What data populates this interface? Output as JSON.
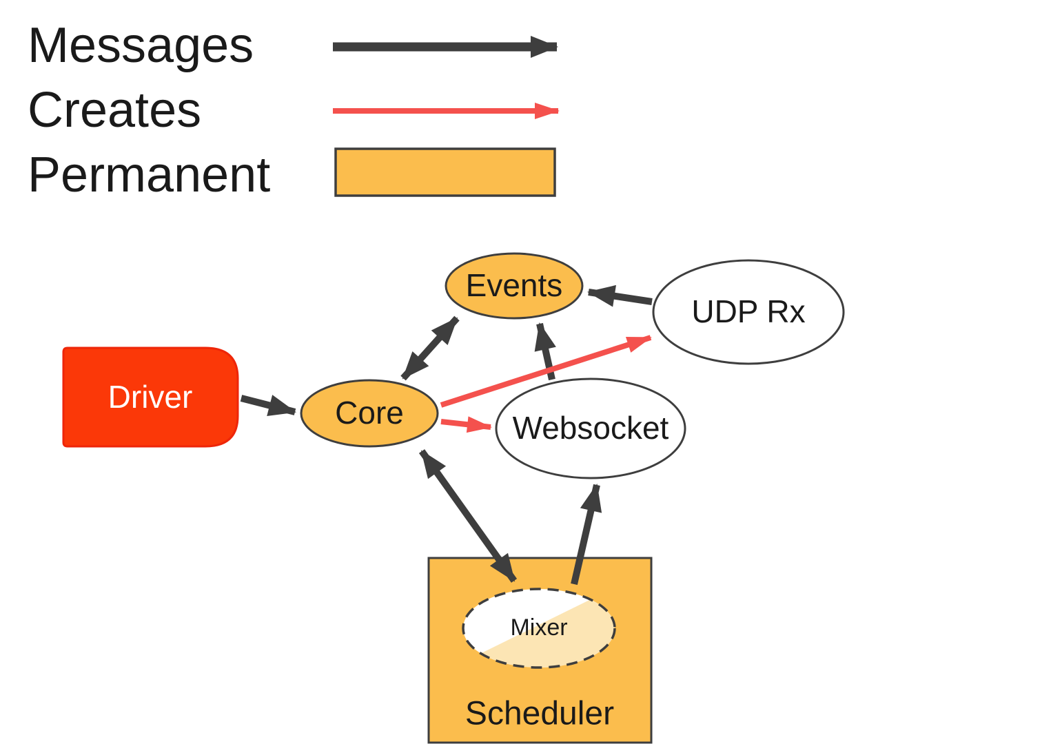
{
  "colors": {
    "messages": "#3E3E3E",
    "creates": "#F4514D",
    "permanent": "#FBBD4D",
    "permanent_light": "#FCE5B4",
    "driver_fill": "#FB3808",
    "driver_stroke": "#EE2609",
    "node_stroke": "#3E3E3E",
    "node_white": "#FFFFFF",
    "text_dark": "#1A1A1A",
    "text_white": "#FFFFFF"
  },
  "legend": {
    "messages": {
      "label": "Messages",
      "type": "arrow"
    },
    "creates": {
      "label": "Creates",
      "type": "arrow"
    },
    "permanent": {
      "label": "Permanent",
      "type": "swatch"
    }
  },
  "nodes": {
    "events": {
      "label": "Events",
      "shape": "ellipse",
      "permanent": true
    },
    "udp_rx": {
      "label": "UDP Rx",
      "shape": "ellipse",
      "permanent": false
    },
    "driver": {
      "label": "Driver",
      "shape": "rounded-rect"
    },
    "core": {
      "label": "Core",
      "shape": "ellipse",
      "permanent": true
    },
    "websocket": {
      "label": "Websocket",
      "shape": "ellipse",
      "permanent": false
    },
    "scheduler": {
      "label": "Scheduler",
      "shape": "rect",
      "permanent": true
    },
    "mixer": {
      "label": "Mixer",
      "shape": "dashed-ellipse"
    }
  },
  "edges": [
    {
      "from": "driver",
      "to": "core",
      "type": "messages",
      "bidirectional": false
    },
    {
      "from": "core",
      "to": "events",
      "type": "messages",
      "bidirectional": true
    },
    {
      "from": "udp_rx",
      "to": "events",
      "type": "messages",
      "bidirectional": false
    },
    {
      "from": "websocket",
      "to": "events",
      "type": "messages",
      "bidirectional": false
    },
    {
      "from": "core",
      "to": "udp_rx",
      "type": "creates",
      "bidirectional": false
    },
    {
      "from": "core",
      "to": "websocket",
      "type": "creates",
      "bidirectional": false
    },
    {
      "from": "core",
      "to": "scheduler",
      "type": "messages",
      "bidirectional": true
    },
    {
      "from": "scheduler",
      "to": "websocket",
      "type": "messages",
      "bidirectional": false
    }
  ]
}
